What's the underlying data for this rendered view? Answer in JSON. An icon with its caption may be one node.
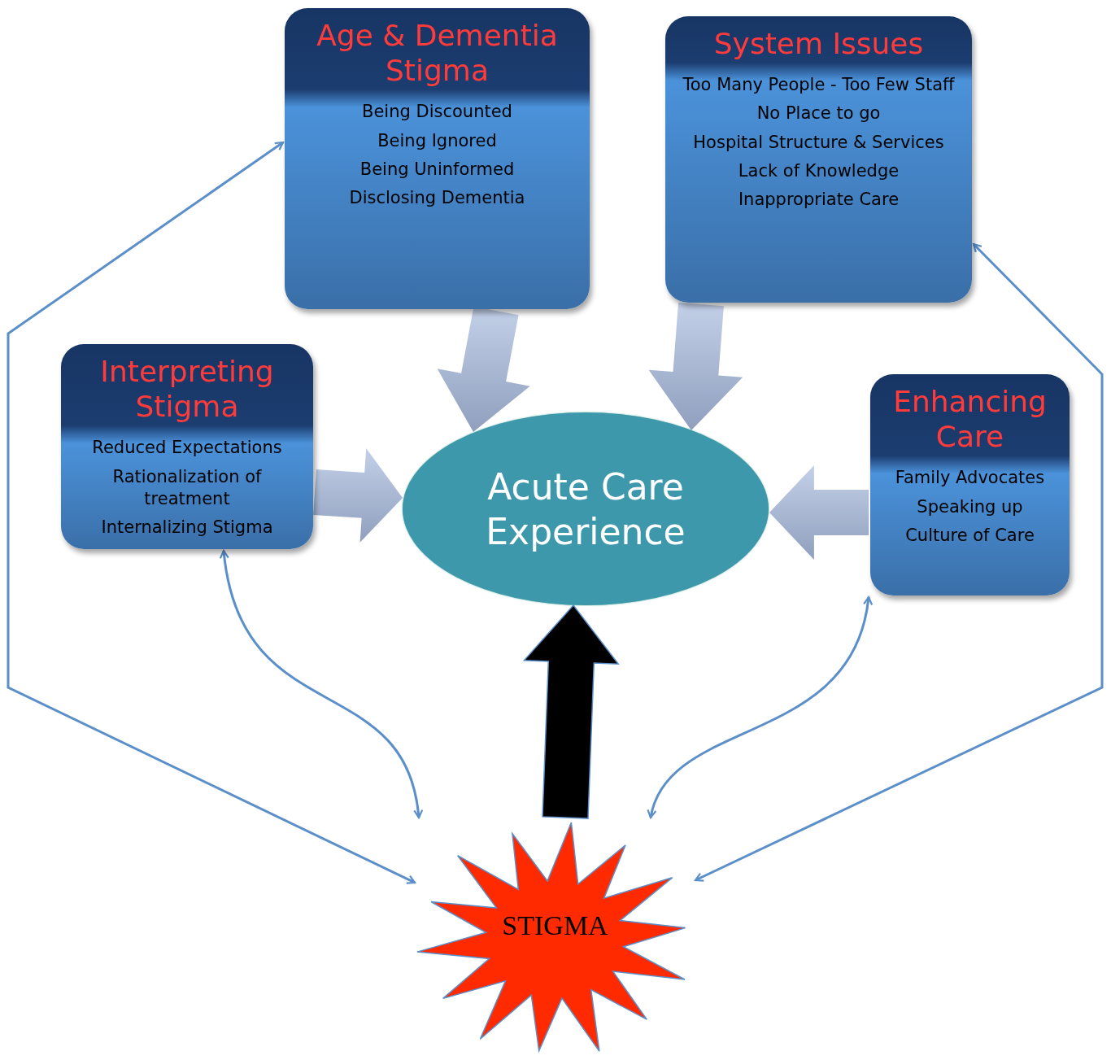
{
  "diagram": {
    "nodes": [
      {
        "text": [
          "Age & Dementia Stigma",
          "Being Discounted",
          "Being Ignored",
          "Being Uninformed",
          "Disclosing Dementia"
        ]
      },
      {
        "text": [
          "System Issues",
          "Too Many People - Too Few Staff",
          "No Place to go",
          "Hospital Structure & Services",
          "Lack of Knowledge",
          "Inappropriate Care"
        ]
      },
      {
        "text": [
          "Interpreting Stigma",
          "Reduced Expectations",
          "Rationalization of treatment",
          "Internalizing Stigma"
        ]
      },
      {
        "text": [
          "Acute Care Experience"
        ]
      },
      {
        "text": [
          "Enhancing Care",
          "Family Advocates",
          "Speaking up",
          "Culture of Care"
        ]
      },
      {
        "text": [
          "STIGMA"
        ]
      }
    ],
    "edges": [
      {
        "from": 0,
        "to": 3,
        "arrow": "to",
        "style": "thick",
        "color": "#a9b9d6"
      },
      {
        "from": 1,
        "to": 3,
        "arrow": "to",
        "style": "thick",
        "color": "#a9b9d6"
      },
      {
        "from": 2,
        "to": 3,
        "arrow": "to",
        "style": "thick",
        "color": "#a9b9d6"
      },
      {
        "from": 4,
        "to": 3,
        "arrow": "to",
        "style": "thick",
        "color": "#a9b9d6"
      },
      {
        "from": 5,
        "to": 3,
        "arrow": "to",
        "style": "thick",
        "color": "#000000"
      },
      {
        "from": 5,
        "to": 0,
        "arrow": "both"
      },
      {
        "from": 5,
        "to": 1,
        "arrow": "both"
      },
      {
        "from": 2,
        "to": 5,
        "arrow": "both"
      },
      {
        "from": 4,
        "to": 5,
        "arrow": "both"
      }
    ]
  }
}
